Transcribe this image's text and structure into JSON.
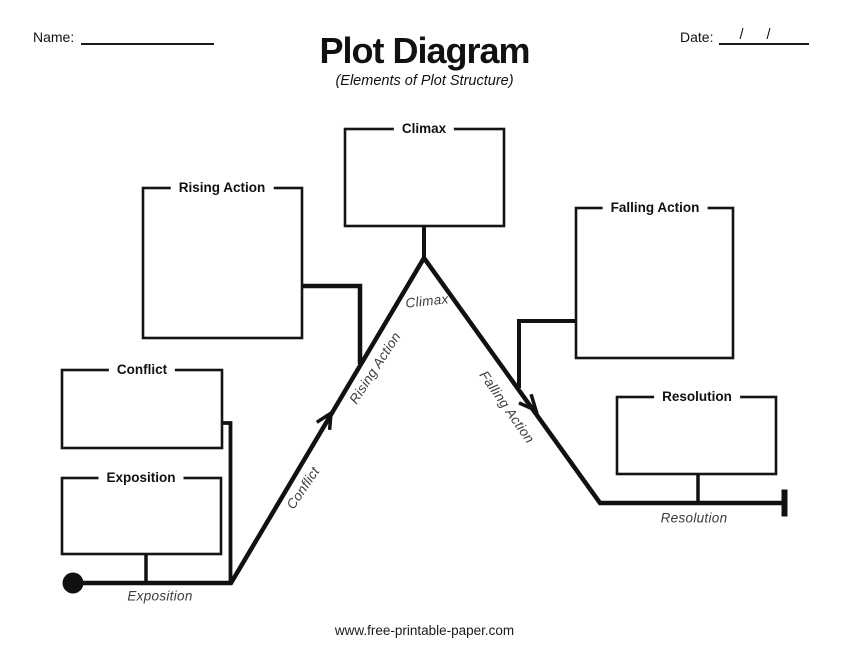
{
  "page": {
    "title": "Plot Diagram",
    "subtitle": "(Elements of Plot Structure)",
    "name_label": "Name:",
    "date_label": "Date:",
    "date_separators": [
      "/",
      "/"
    ],
    "footer_url": "www.free-printable-paper.com"
  },
  "boxes": {
    "climax": {
      "label": "Climax"
    },
    "rising_action": {
      "label": "Rising Action"
    },
    "falling_action": {
      "label": "Falling Action"
    },
    "conflict": {
      "label": "Conflict"
    },
    "exposition": {
      "label": "Exposition"
    },
    "resolution": {
      "label": "Resolution"
    }
  },
  "line_labels": {
    "exposition": "Exposition",
    "conflict": "Conflict",
    "rising_action": "Rising Action",
    "climax": "Climax",
    "falling_action": "Falling Action",
    "resolution": "Resolution"
  },
  "colors": {
    "ink": "#111111",
    "line_label_ink": "#3c3c3c"
  }
}
